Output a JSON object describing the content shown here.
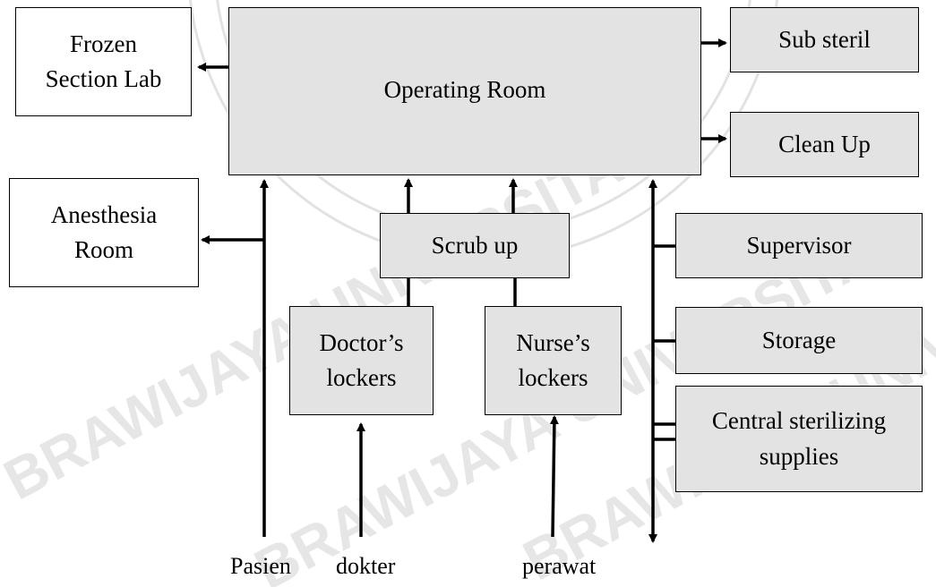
{
  "nodes": {
    "frozen_section_lab": [
      "Frozen",
      "Section Lab"
    ],
    "operating_room": "Operating Room",
    "sub_steril": "Sub steril",
    "clean_up": "Clean Up",
    "anesthesia_room": [
      "Anesthesia",
      "Room"
    ],
    "scrub_up": "Scrub up",
    "supervisor": "Supervisor",
    "doctors_lockers": [
      "Doctor’s",
      "lockers"
    ],
    "nurses_lockers": [
      "Nurse’s",
      "lockers"
    ],
    "storage": "Storage",
    "central_sterilizing_supplies": [
      "Central sterilizing",
      "supplies"
    ]
  },
  "entry_labels": {
    "pasien": "Pasien",
    "dokter": "dokter",
    "perawat": "perawat"
  },
  "colors": {
    "box_fill_grey": "#e3e3e3",
    "box_fill_white": "#ffffff",
    "line": "#000000",
    "watermark": "#dcdcdc"
  },
  "watermark": "BRAWIJAYA UNIVERSITAS"
}
